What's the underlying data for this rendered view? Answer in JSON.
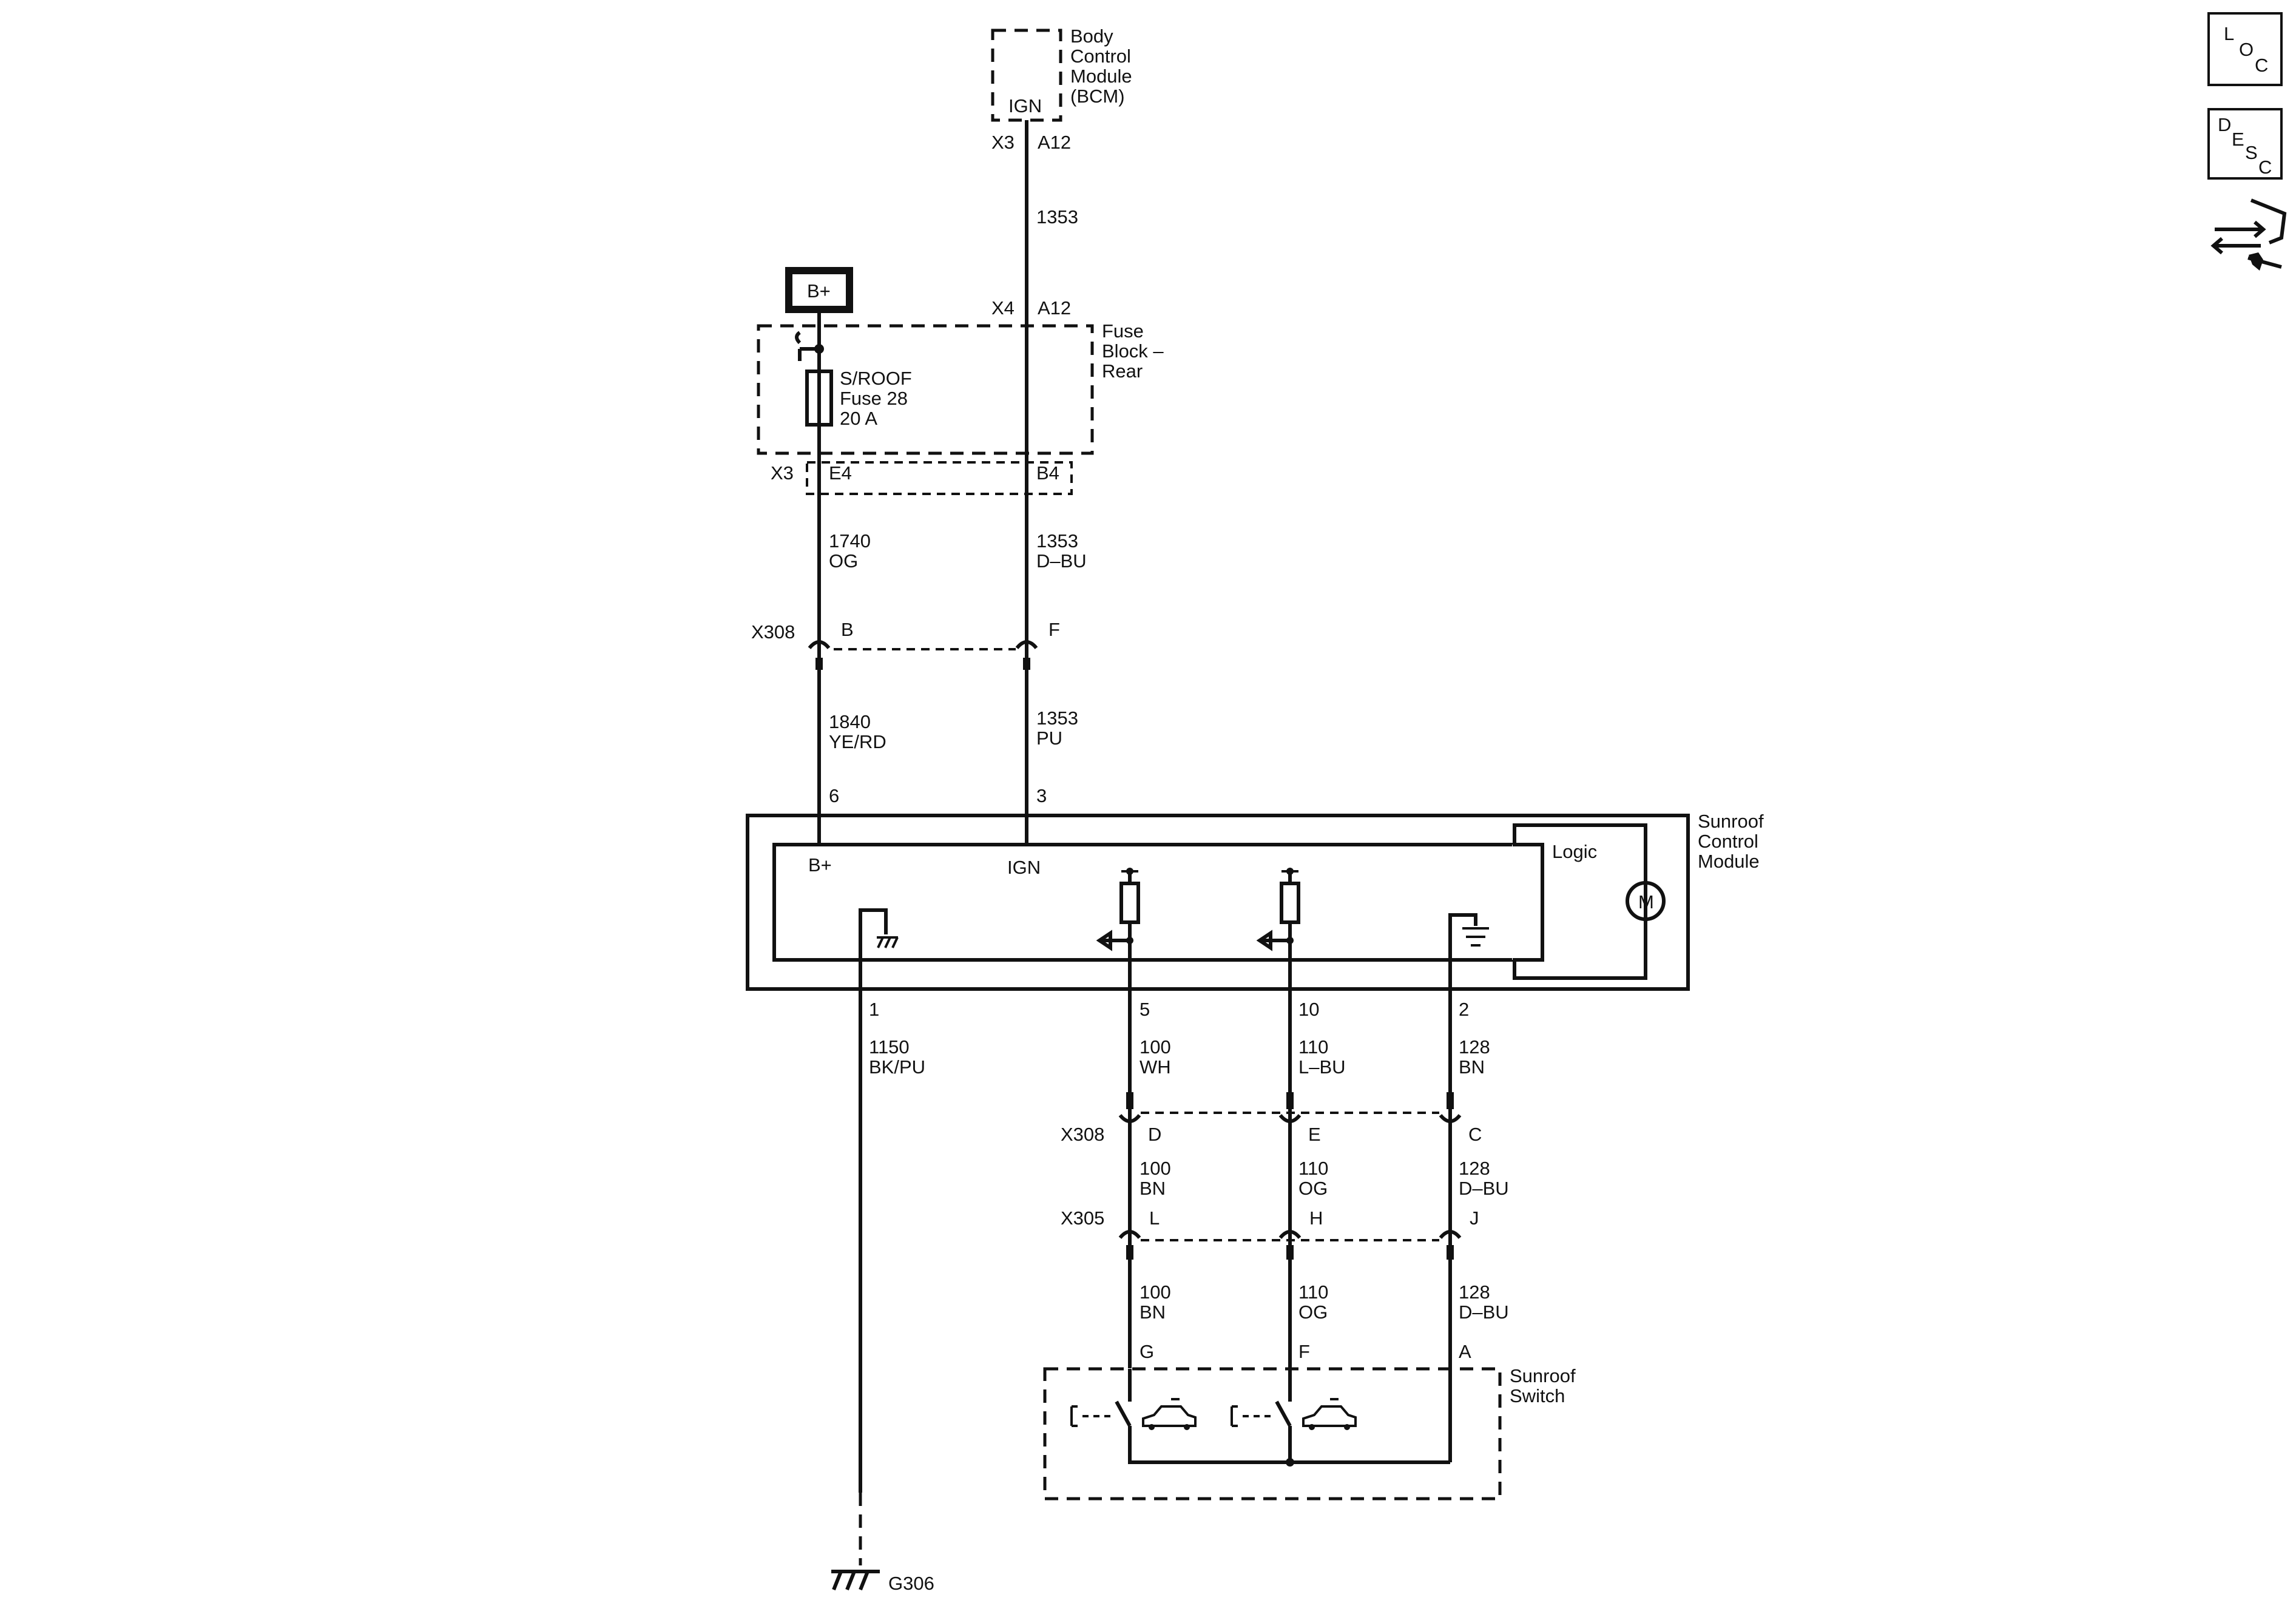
{
  "toolbar": {
    "loc_icon_label": [
      "L",
      "O",
      "C"
    ],
    "desc_icon_label": [
      "D",
      "E",
      "S",
      "C"
    ]
  },
  "bcm": {
    "name": [
      "Body",
      "Control",
      "Module",
      "(BCM)"
    ],
    "pin_label": "IGN",
    "connector": "X3",
    "pin": "A12"
  },
  "wire_1353_upper": {
    "circuit": "1353"
  },
  "b_plus_label": "B+",
  "fuse_block": {
    "name": [
      "Fuse",
      "Block –",
      "Rear"
    ],
    "top_connector": "X4",
    "top_pin": "A12",
    "fuse": [
      "S/ROOF",
      "Fuse 28",
      "20 A"
    ],
    "bottom_connector": "X3",
    "pin_left": "E4",
    "pin_right": "B4"
  },
  "wire_1740": {
    "circuit": "1740",
    "color": "OG"
  },
  "wire_1353_mid": {
    "circuit": "1353",
    "color": "D–BU"
  },
  "x308_top": {
    "connector": "X308",
    "pin_b": "B",
    "pin_f": "F"
  },
  "wire_1840": {
    "circuit": "1840",
    "color": "YE/RD"
  },
  "wire_1353_lower": {
    "circuit": "1353",
    "color": "PU"
  },
  "module": {
    "name": [
      "Sunroof",
      "Control",
      "Module"
    ],
    "pin_top_left": "6",
    "pin_top_right": "3",
    "label_bplus": "B+",
    "label_ign": "IGN",
    "logic_label": "Logic",
    "motor_label": "M",
    "pins_bottom": [
      "1",
      "5",
      "10",
      "2"
    ]
  },
  "wire_1150": {
    "circuit": "1150",
    "color": "BK/PU"
  },
  "bottom_wires": {
    "module_side": [
      {
        "circuit": "100",
        "color": "WH"
      },
      {
        "circuit": "110",
        "color": "L–BU"
      },
      {
        "circuit": "128",
        "color": "BN"
      }
    ],
    "mid": [
      {
        "circuit": "100",
        "color": "BN"
      },
      {
        "circuit": "110",
        "color": "OG"
      },
      {
        "circuit": "128",
        "color": "D–BU"
      }
    ],
    "switch_side": [
      {
        "circuit": "100",
        "color": "BN"
      },
      {
        "circuit": "110",
        "color": "OG"
      },
      {
        "circuit": "128",
        "color": "D–BU"
      }
    ]
  },
  "x308_bottom": {
    "connector": "X308",
    "pins": [
      "D",
      "E",
      "C"
    ]
  },
  "x305": {
    "connector": "X305",
    "pins": [
      "L",
      "H",
      "J"
    ]
  },
  "switch": {
    "name": [
      "Sunroof",
      "Switch"
    ],
    "pins": [
      "G",
      "F",
      "A"
    ]
  },
  "ground": {
    "label": "G306"
  },
  "colors": {
    "ink": "#111111",
    "background": "#ffffff"
  }
}
